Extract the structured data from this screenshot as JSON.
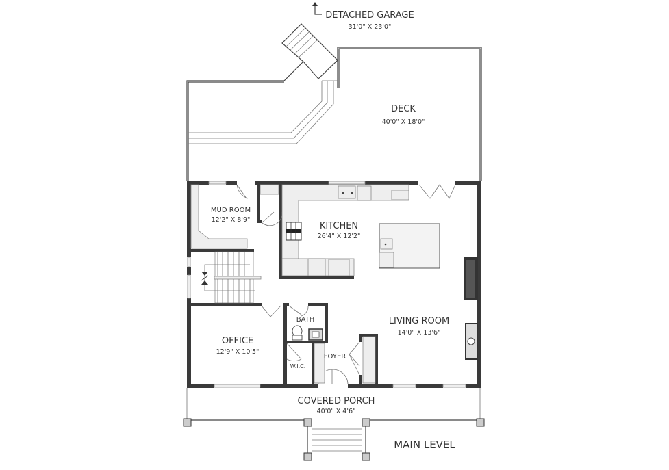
{
  "title": "MAIN LEVEL",
  "rooms": {
    "garage": {
      "name": "DETACHED GARAGE",
      "size": "31'0\" X 23'0\""
    },
    "deck": {
      "name": "DECK",
      "size": "40'0\" X 18'0\""
    },
    "mud_room": {
      "name": "MUD ROOM",
      "size": "12'2\" X 8'9\""
    },
    "kitchen": {
      "name": "KITCHEN",
      "size": "26'4\" X 12'2\""
    },
    "living_room": {
      "name": "LIVING ROOM",
      "size": "14'0\" X 13'6\""
    },
    "office": {
      "name": "OFFICE",
      "size": "12'9\" X 10'5\""
    },
    "bath": {
      "name": "BATH"
    },
    "foyer": {
      "name": "FOYER"
    },
    "wic": {
      "name": "W.I.C."
    },
    "porch": {
      "name": "COVERED PORCH",
      "size": "40'0\" X 4'6\""
    }
  }
}
